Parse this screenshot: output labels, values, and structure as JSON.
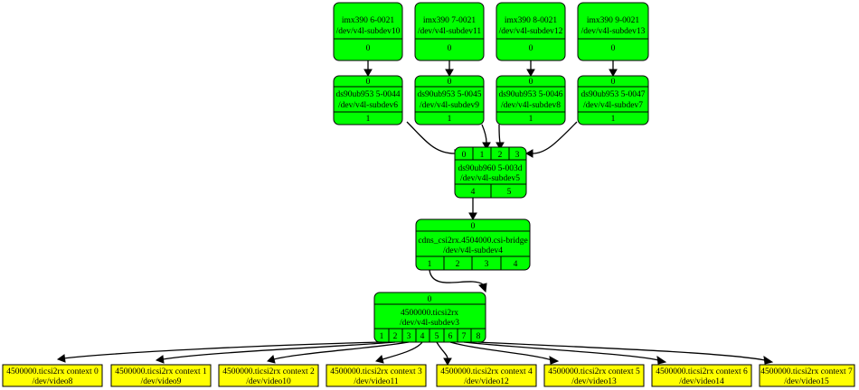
{
  "colors": {
    "entity": "#00ff00",
    "video_node": "#ffff00",
    "stroke": "#000000",
    "background": "#ffffff"
  },
  "sensors": [
    {
      "name": "imx390 6-0021",
      "dev": "/dev/v4l-subdev10",
      "pad": "0"
    },
    {
      "name": "imx390 7-0021",
      "dev": "/dev/v4l-subdev11",
      "pad": "0"
    },
    {
      "name": "imx390 8-0021",
      "dev": "/dev/v4l-subdev12",
      "pad": "0"
    },
    {
      "name": "imx390 9-0021",
      "dev": "/dev/v4l-subdev13",
      "pad": "0"
    }
  ],
  "serializers": [
    {
      "name": "ds90ub953 5-0044",
      "dev": "/dev/v4l-subdev6",
      "pad_in": "0",
      "pad_out": "1"
    },
    {
      "name": "ds90ub953 5-0045",
      "dev": "/dev/v4l-subdev9",
      "pad_in": "0",
      "pad_out": "1"
    },
    {
      "name": "ds90ub953 5-0046",
      "dev": "/dev/v4l-subdev8",
      "pad_in": "0",
      "pad_out": "1"
    },
    {
      "name": "ds90ub953 5-0047",
      "dev": "/dev/v4l-subdev7",
      "pad_in": "0",
      "pad_out": "1"
    }
  ],
  "deserializer": {
    "name": "ds90ub960 5-003d",
    "dev": "/dev/v4l-subdev5",
    "pads_in": [
      "0",
      "1",
      "2",
      "3"
    ],
    "pads_out": [
      "4",
      "5"
    ]
  },
  "bridge": {
    "name": "cdns_csi2rx.4504000.csi-bridge",
    "dev": "/dev/v4l-subdev4",
    "pad_in": "0",
    "pads_out": [
      "1",
      "2",
      "3",
      "4"
    ]
  },
  "rx": {
    "name": "4500000.ticsi2rx",
    "dev": "/dev/v4l-subdev3",
    "pad_in": "0",
    "pads_out": [
      "1",
      "2",
      "3",
      "4",
      "5",
      "6",
      "7",
      "8"
    ]
  },
  "contexts": [
    {
      "name": "4500000.ticsi2rx context 0",
      "dev": "/dev/video8"
    },
    {
      "name": "4500000.ticsi2rx context 1",
      "dev": "/dev/video9"
    },
    {
      "name": "4500000.ticsi2rx context 2",
      "dev": "/dev/video10"
    },
    {
      "name": "4500000.ticsi2rx context 3",
      "dev": "/dev/video11"
    },
    {
      "name": "4500000.ticsi2rx context 4",
      "dev": "/dev/video12"
    },
    {
      "name": "4500000.ticsi2rx context 5",
      "dev": "/dev/video13"
    },
    {
      "name": "4500000.ticsi2rx context 6",
      "dev": "/dev/video14"
    },
    {
      "name": "4500000.ticsi2rx context 7",
      "dev": "/dev/video15"
    }
  ]
}
